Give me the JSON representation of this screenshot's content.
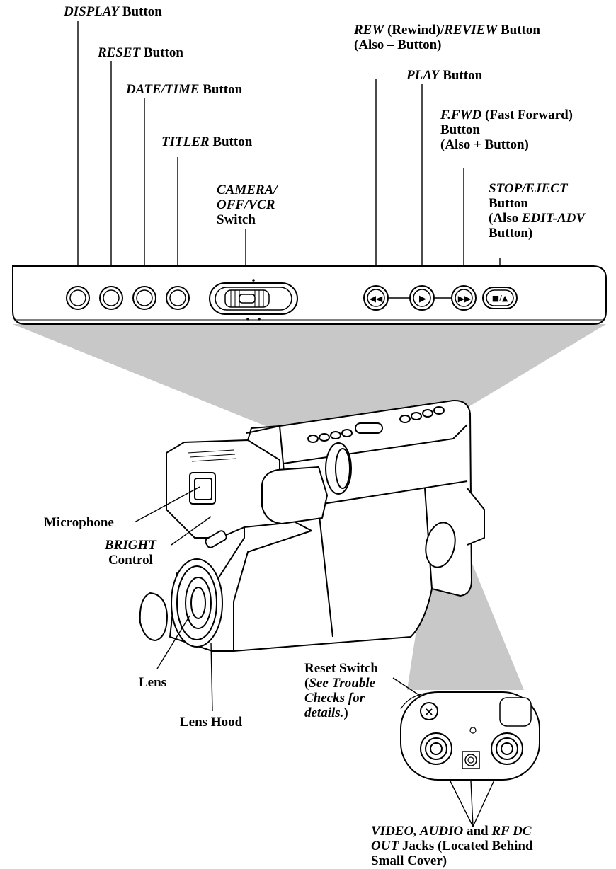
{
  "panel_labels": {
    "display": {
      "name": "DISPLAY",
      "suffix": " Button"
    },
    "reset": {
      "name": "RESET",
      "suffix": " Button"
    },
    "date_time": {
      "name": "DATE/TIME",
      "suffix": " Button"
    },
    "titler": {
      "name": "TITLER",
      "suffix": " Button"
    },
    "camera_switch": {
      "line1": "CAMERA/",
      "line2": "OFF/VCR",
      "line3": "Switch"
    },
    "rew": {
      "name1": "REW",
      "mid": " (Rewind)/",
      "name2": "REVIEW",
      "suffix": " Button",
      "line2": "(Also – Button)"
    },
    "play": {
      "name": "PLAY",
      "suffix": " Button"
    },
    "ffwd": {
      "name": "F.FWD",
      "suffix": " (Fast Forward)",
      "line2": "Button",
      "line3": "(Also + Button)"
    },
    "stop_eject": {
      "line1": "STOP/EJECT",
      "line2": "Button",
      "line3_pre": "(Also ",
      "line3_name": "EDIT-ADV",
      "line4": "Button)"
    }
  },
  "panel_glyphs": {
    "rew": "◀◀",
    "play": "▶",
    "ffwd": "▶▶",
    "stop_eject": "■/▲",
    "jack_cover": "×"
  },
  "camera_labels": {
    "microphone": "Microphone",
    "bright_name": "BRIGHT",
    "bright_suffix": "Control",
    "lens": "Lens",
    "lens_hood": "Lens Hood",
    "reset_switch": "Reset Switch",
    "reset_note_open": "(",
    "reset_note_1": "See Trouble",
    "reset_note_2": "Checks for",
    "reset_note_3": "details.",
    "reset_note_close": ")"
  },
  "jacks_label": {
    "video_audio": "VIDEO, AUDIO",
    "and": " and ",
    "rf_dc": "RF DC",
    "out": "OUT",
    "line2_suffix": " Jacks (Located Behind",
    "line3": "Small Cover)"
  },
  "colors": {
    "shade": "#c8c8c8",
    "ink": "#000000",
    "paper": "#ffffff"
  }
}
